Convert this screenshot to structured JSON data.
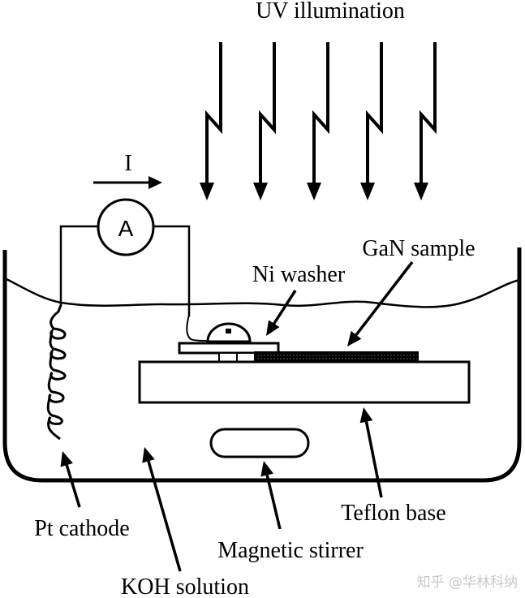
{
  "diagram": {
    "title": "UV illumination",
    "labels": {
      "current": "I",
      "ammeter": "A",
      "gan_sample": "GaN sample",
      "ni_washer": "Ni washer",
      "pt_cathode": "Pt cathode",
      "koh_solution": "KOH solution",
      "magnetic_stirrer": "Magnetic stirrer",
      "teflon_base": "Teflon base"
    },
    "uv_arrow_count": 5,
    "colors": {
      "line": "#000000",
      "background": "#ffffff",
      "watermark": "#c8c8c8"
    }
  },
  "watermark": "知乎 @华林科纳"
}
